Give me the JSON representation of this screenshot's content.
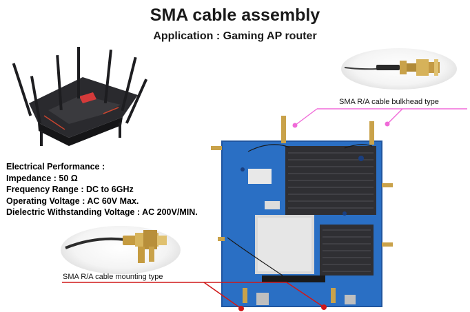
{
  "header": {
    "title": "SMA cable assembly",
    "subtitle": "Application : Gaming AP router"
  },
  "specs": {
    "heading": "Electrical Performance :",
    "impedance": "Impedance : 50 Ω",
    "frequency": "Frequency Range : DC to 6GHz",
    "voltage": "Operating Voltage : AC 60V Max.",
    "dielectric": "Dielectric Withstanding Voltage : AC 200V/MIN."
  },
  "callouts": {
    "bulkhead_label": "SMA R/A cable bulkhead type",
    "mounting_label": "SMA R/A cable mounting type"
  },
  "colors": {
    "bulkhead_line": "#f06ad8",
    "mounting_line": "#d01818",
    "board_blue": "#2a6fc4",
    "heatsink": "#2f2f33"
  }
}
